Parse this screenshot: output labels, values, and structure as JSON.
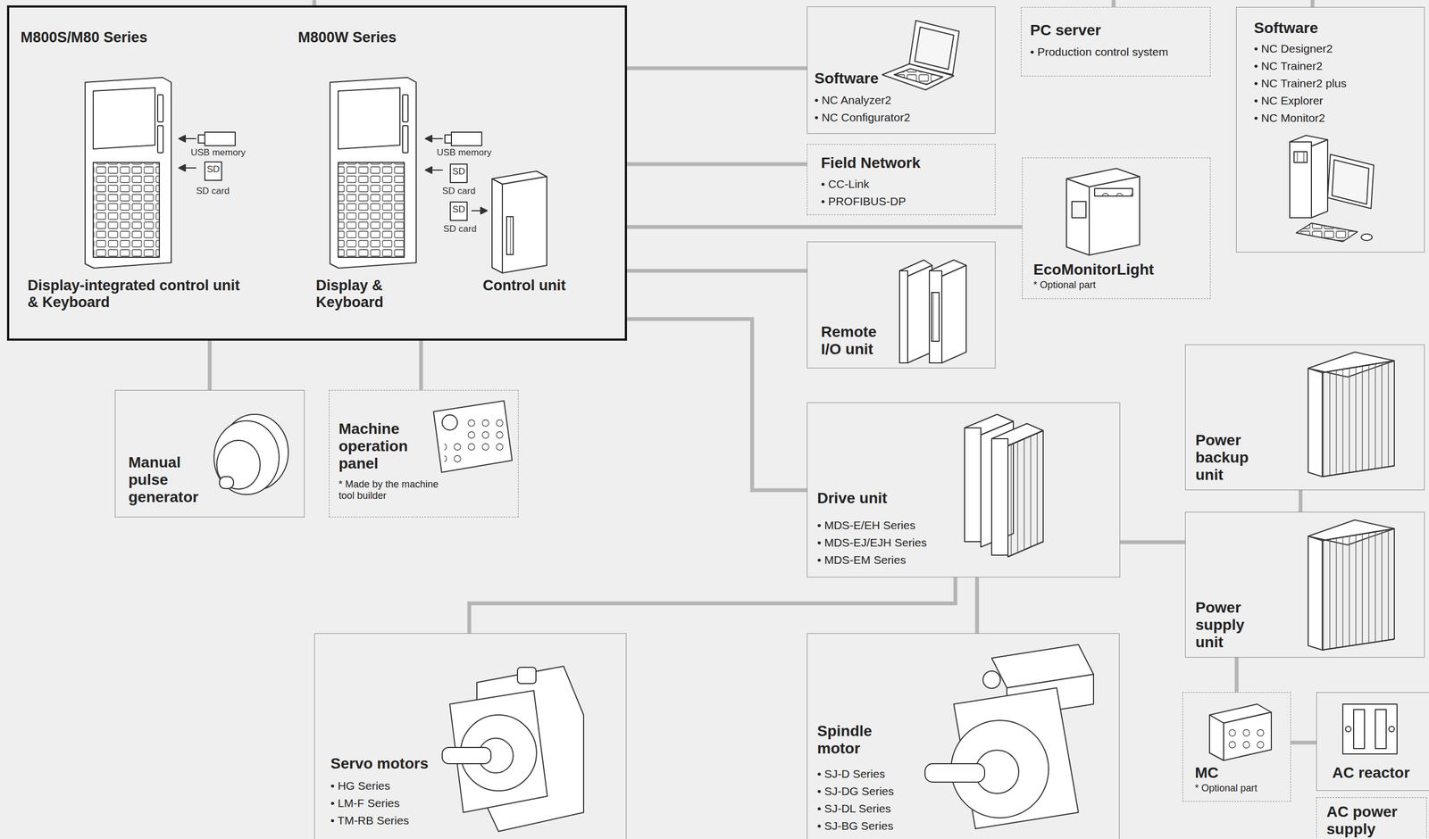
{
  "diagram": {
    "nodes": [
      {
        "text": [
          "M800S/M80 Series",
          "Display-integrated control unit & Keyboard",
          "M800W Series",
          "Display & Keyboard",
          "Control unit"
        ]
      },
      {
        "text": [
          "Software",
          "• NC Analyzer2",
          "• NC Configurator2"
        ]
      },
      {
        "text": [
          "PC server",
          "• Production control system"
        ]
      },
      {
        "text": [
          "Software",
          "• NC Designer2",
          "• NC Trainer2",
          "• NC Trainer2 plus",
          "• NC Explorer",
          "• NC Monitor2"
        ]
      },
      {
        "text": [
          "Field Network",
          "• CC-Link",
          "• PROFIBUS-DP"
        ]
      },
      {
        "text": [
          "EcoMonitorLight",
          "* Optional part"
        ]
      },
      {
        "text": [
          "Remote I/O unit"
        ]
      },
      {
        "text": [
          "Manual pulse generator"
        ]
      },
      {
        "text": [
          "Machine operation panel",
          "* Made by the machine tool builder"
        ]
      },
      {
        "text": [
          "Drive unit",
          "• MDS-E/EH Series",
          "• MDS-EJ/EJH Series",
          "• MDS-EM Series"
        ]
      },
      {
        "text": [
          "Power backup unit"
        ]
      },
      {
        "text": [
          "Power supply unit"
        ]
      },
      {
        "text": [
          "Servo motors",
          "• HG Series",
          "• LM-F Series",
          "• TM-RB Series"
        ]
      },
      {
        "text": [
          "Spindle motor",
          "• SJ-D Series",
          "• SJ-DG Series",
          "• SJ-DL Series",
          "• SJ-BG Series"
        ]
      },
      {
        "text": [
          "MC",
          "* Optional part"
        ]
      },
      {
        "text": [
          "AC reactor"
        ]
      },
      {
        "text": [
          "AC power supply"
        ]
      }
    ],
    "edges": [
      {
        "from": 0,
        "to": 1,
        "arrow": "none"
      },
      {
        "from": 0,
        "to": 4,
        "arrow": "none"
      },
      {
        "from": 0,
        "to": 5,
        "arrow": "none"
      },
      {
        "from": 0,
        "to": 6,
        "arrow": "none"
      },
      {
        "from": 0,
        "to": 9,
        "arrow": "none"
      },
      {
        "from": 0,
        "to": 7,
        "arrow": "none"
      },
      {
        "from": 0,
        "to": 8,
        "arrow": "none"
      },
      {
        "from": 9,
        "to": 12,
        "arrow": "none"
      },
      {
        "from": 9,
        "to": 13,
        "arrow": "none"
      },
      {
        "from": 9,
        "to": 11,
        "arrow": "none"
      },
      {
        "from": 10,
        "to": 11,
        "arrow": "none"
      },
      {
        "from": 11,
        "to": 14,
        "arrow": "none"
      },
      {
        "from": 14,
        "to": 15,
        "arrow": "none"
      }
    ],
    "labels": [
      "USB memory",
      "SD",
      "SD card",
      "USB memory",
      "SD",
      "SD card",
      "SD",
      "SD card"
    ]
  }
}
